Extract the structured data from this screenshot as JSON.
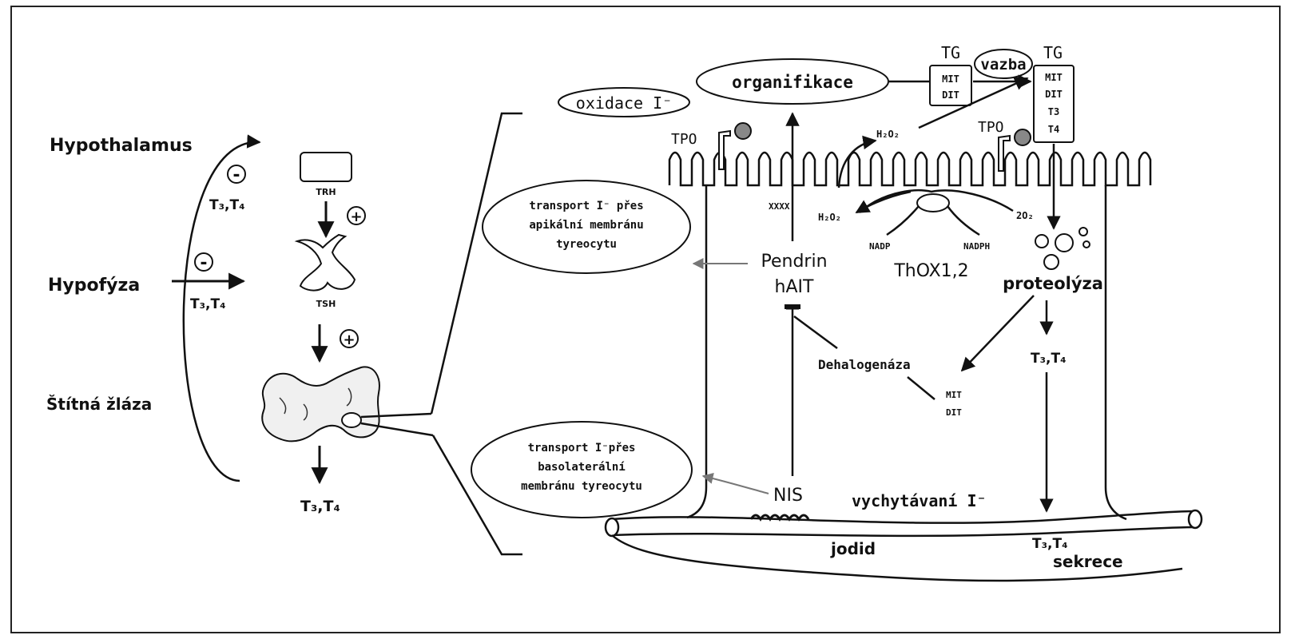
{
  "left": {
    "hypothalamus": "Hypothalamus",
    "hypofyza": "Hypofýza",
    "stitna_zlaza": "Štítná žláza",
    "minus": "-",
    "plus": "+",
    "t3t4": "T₃,T₄",
    "trh": "TRH",
    "tsh": "TSH"
  },
  "cell": {
    "oxidace": "oxidace I⁻",
    "organifikace": "organifikace",
    "vazba": "vazba",
    "tg": "TG",
    "mit": "MIT",
    "dit": "DIT",
    "t3": "T3",
    "t4": "T4",
    "tpo": "TPO",
    "h2o2": "H₂O₂",
    "xxxx": "XXXX",
    "o2": "2O₂",
    "nadp": "NADP",
    "nadph": "NADPH",
    "thox": "ThOX1,2",
    "pendrin": "Pendrin",
    "hait": "hAIT",
    "proteolyza": "proteolýza",
    "dehalogenaza": "Dehalogenáza",
    "nis": "NIS",
    "vychytavani": "vychytávaní I⁻",
    "jodid": "jodid",
    "sekrece": "sekrece",
    "t3t4": "T₃,T₄",
    "apical_1": "transport I⁻ přes",
    "apical_2": "apikální membránu",
    "apical_3": "tyreocytu",
    "baso_1": "transport I⁻přes",
    "baso_2": "basolaterální",
    "baso_3": "membránu tyreocytu"
  }
}
